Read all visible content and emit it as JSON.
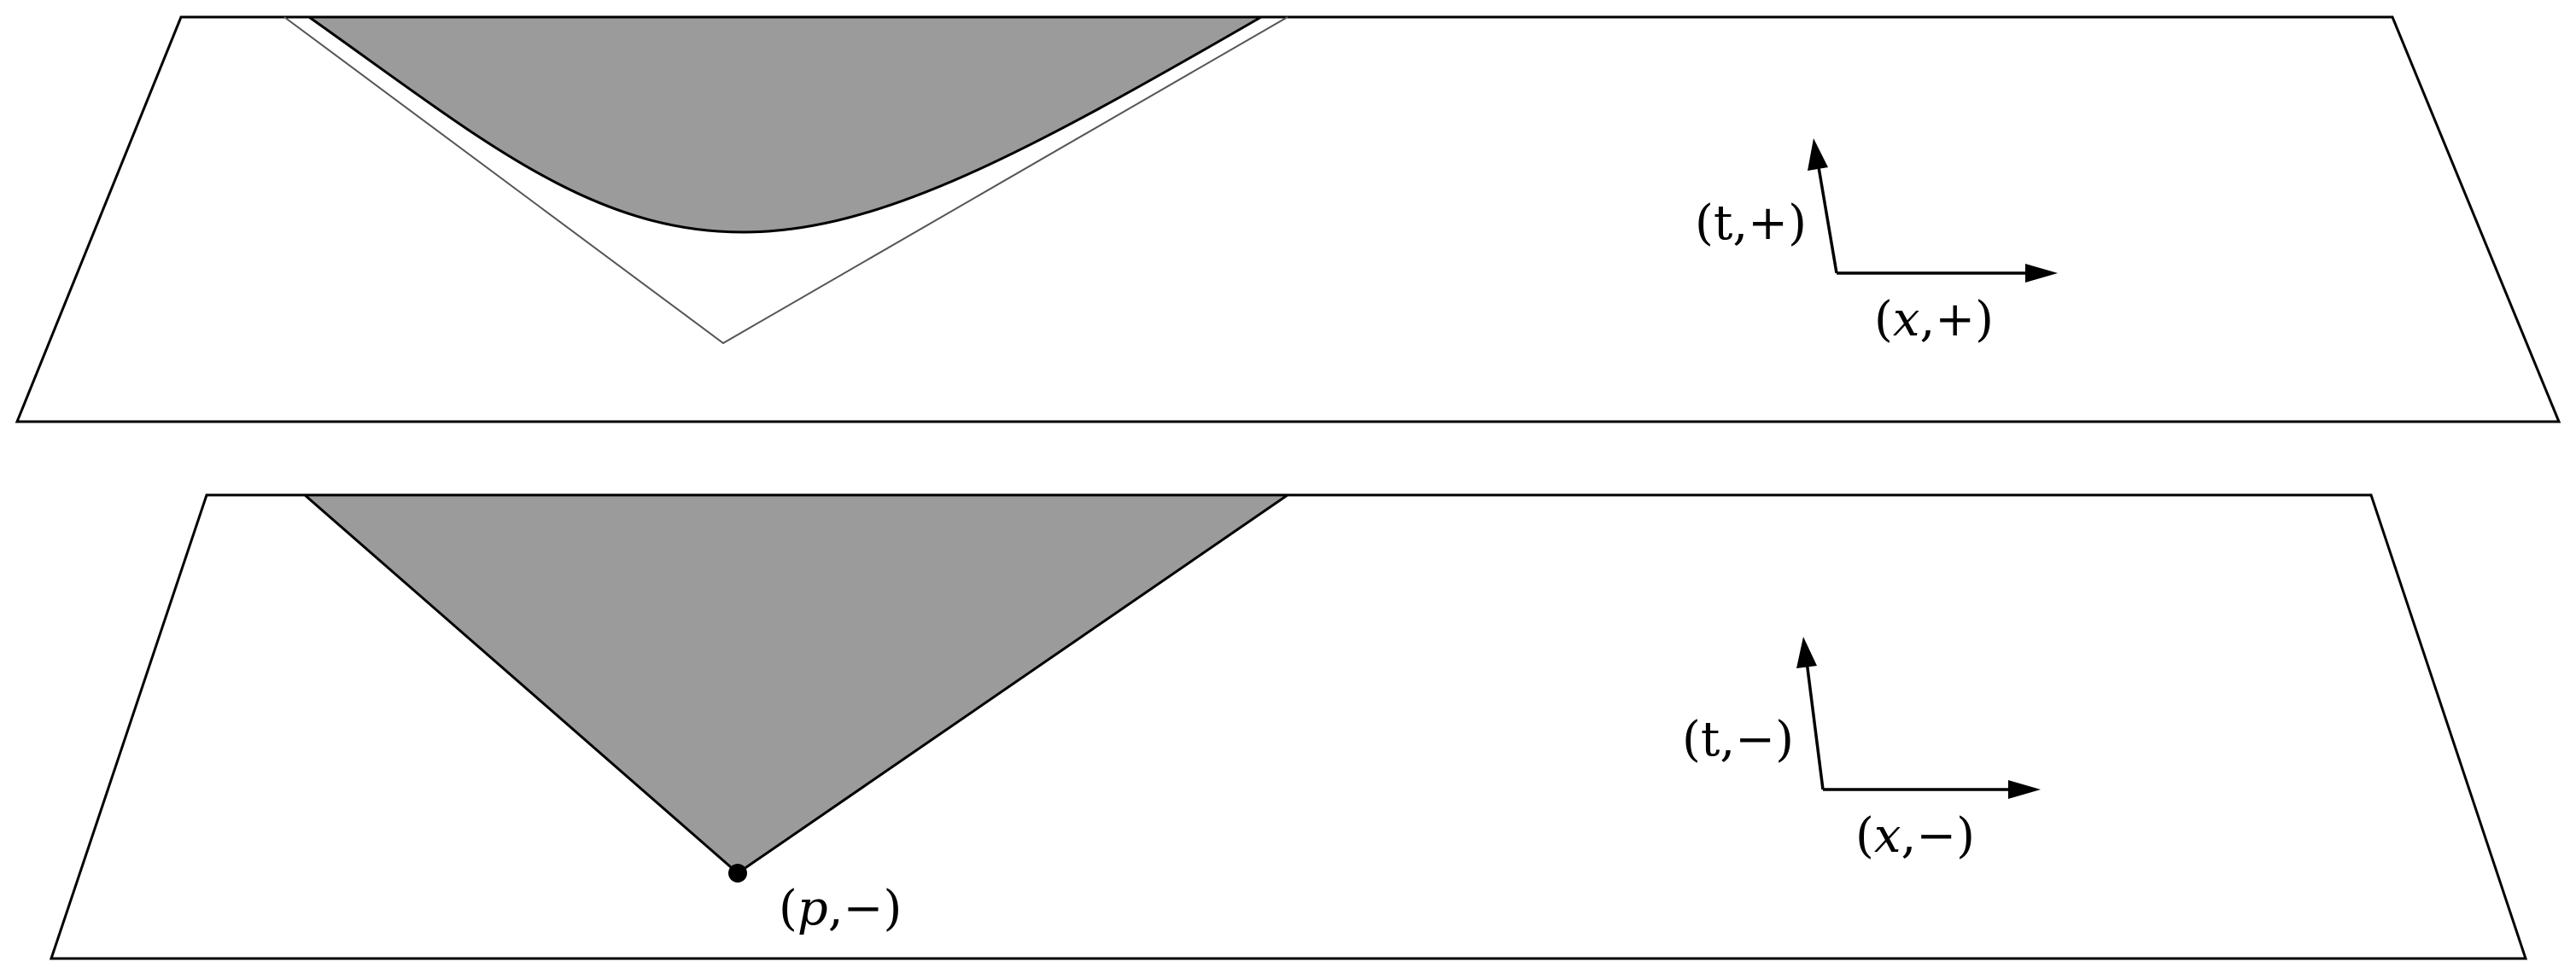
{
  "upper_sheet": {
    "t_axis_label": {
      "open": "(",
      "var": "t",
      "sign": ",+)"
    },
    "x_axis_label": {
      "open": "(",
      "var": "x",
      "sign": ",+)"
    }
  },
  "lower_sheet": {
    "t_axis_label": {
      "open": "(",
      "var": "t",
      "sign": ",−)"
    },
    "x_axis_label": {
      "open": "(",
      "var": "x",
      "sign": ",−)"
    },
    "point_label": {
      "open": "(",
      "var": "p",
      "sign": ",−)"
    }
  },
  "colors": {
    "shaded_region": "#9b9b9b",
    "light_cone_outline": "#555555",
    "outline": "#000000"
  }
}
